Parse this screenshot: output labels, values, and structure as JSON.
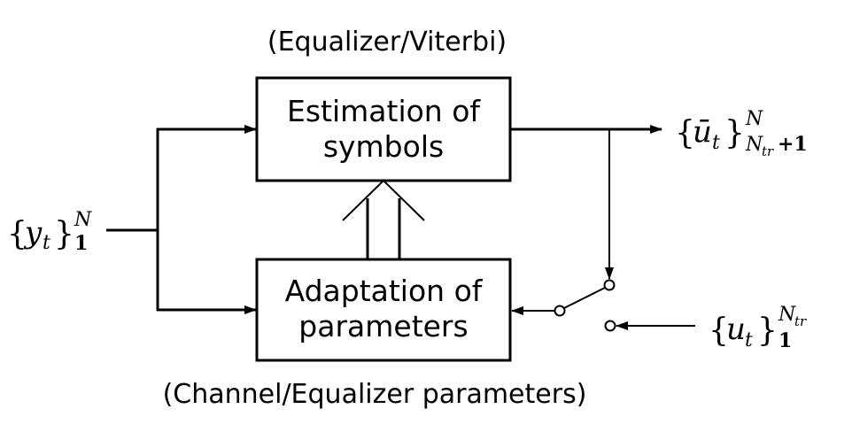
{
  "diagram": {
    "title_top": "(Equalizer/Viterbi)",
    "title_bottom": "(Channel/Equalizer parameters)",
    "blocks": {
      "estimation": {
        "line1": "Estimation of",
        "line2": "symbols"
      },
      "adaptation": {
        "line1": "Adaptation of",
        "line2": "parameters"
      }
    },
    "signals": {
      "input": {
        "brace_open": "{",
        "var": "y",
        "sub": "t",
        "brace_close": "}",
        "sup": "N",
        "lower": "1"
      },
      "output": {
        "brace_open": "{",
        "var": "ū",
        "sub": "t",
        "brace_close": "}",
        "sup": "N",
        "lower_var": "N",
        "lower_sub": "tr",
        "lower_tail": "+1"
      },
      "training": {
        "brace_open": "{",
        "var": "u",
        "sub": "t",
        "brace_close": "}",
        "sup_var": "N",
        "sup_sub": "tr",
        "lower": "1"
      }
    },
    "connections": [
      {
        "from": "input",
        "to": "estimation"
      },
      {
        "from": "input",
        "to": "adaptation"
      },
      {
        "from": "estimation",
        "to": "output"
      },
      {
        "from": "output",
        "to": "switch-terminal-decision"
      },
      {
        "from": "training",
        "to": "switch-terminal-training"
      },
      {
        "from": "switch",
        "to": "adaptation"
      },
      {
        "from": "adaptation",
        "to": "estimation",
        "style": "double-arrow"
      }
    ]
  }
}
